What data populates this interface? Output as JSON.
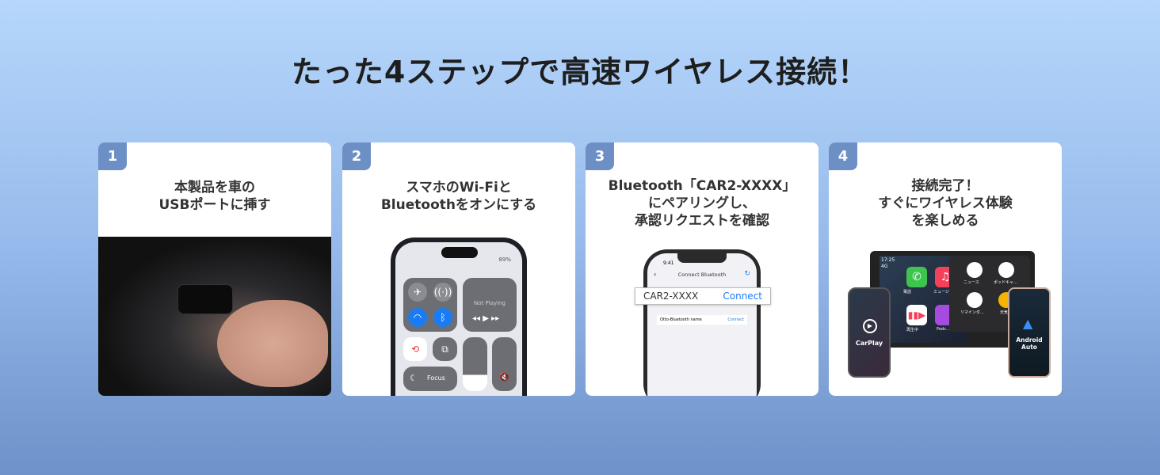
{
  "title": "たった4ステップで高速ワイヤレス接続！",
  "steps": [
    {
      "number": "1",
      "caption_lines": [
        "本製品を車の",
        "USBポートに挿す"
      ]
    },
    {
      "number": "2",
      "caption_lines": [
        "スマホのWi-Fiと",
        "Bluetoothをオンにする"
      ],
      "phone": {
        "battery": "89%",
        "now_playing": "Not Playing",
        "focus": "Focus"
      }
    },
    {
      "number": "3",
      "caption_lines": [
        "Bluetooth「CAR2-XXXX」",
        "にペアリングし、",
        "承認リクエストを確認"
      ],
      "phone": {
        "time": "9:41",
        "screen_title": "Connect Bluetooth",
        "device_name": "CAR2-XXXX",
        "connect": "Connect",
        "other_device": "Otto-Bluetooth name",
        "other_connect": "Connect"
      }
    },
    {
      "number": "4",
      "caption_lines": [
        "接続完了！",
        "すぐにワイヤレス体験",
        "を楽しめる"
      ],
      "screen": {
        "time": "17:25",
        "signal": "4G",
        "apps": [
          "電話",
          "ミュージ…",
          "再生中",
          "Podc…"
        ],
        "android_apps": [
          "ニュース",
          "ポッドキャ…",
          "リマインダ…",
          "天気"
        ],
        "carplay": "CarPlay",
        "android_auto": "Android Auto"
      }
    }
  ]
}
